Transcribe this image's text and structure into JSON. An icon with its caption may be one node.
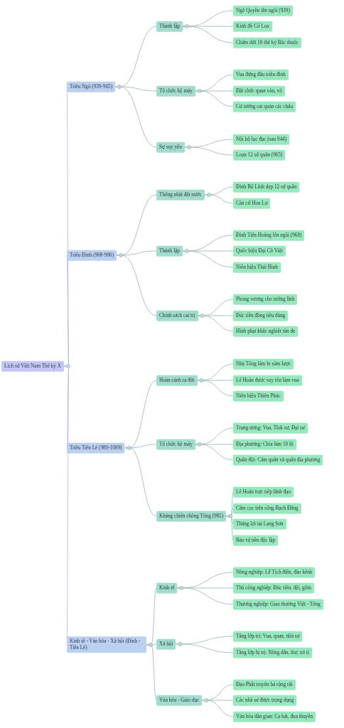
{
  "diagram": {
    "nodes": [
      {
        "text": [
          "Lịch sử Việt Nam Thế kỷ X"
        ]
      },
      {
        "text": [
          "Triều Ngô (939-965)"
        ]
      },
      {
        "text": [
          "Thành lập"
        ]
      },
      {
        "text": [
          "Ngô Quyền lên ngôi (939)"
        ]
      },
      {
        "text": [
          "Kinh đô Cổ Loa"
        ]
      },
      {
        "text": [
          "Chấm dứt 10 thế kỷ Bắc thuộc"
        ]
      },
      {
        "text": [
          "Tổ chức bộ máy"
        ]
      },
      {
        "text": [
          "Vua đứng đầu triều đình"
        ]
      },
      {
        "text": [
          "Đặt chức quan văn, võ"
        ]
      },
      {
        "text": [
          "Cử tướng cai quản các châu"
        ]
      },
      {
        "text": [
          "Sự suy yếu"
        ]
      },
      {
        "text": [
          "Nội bộ lục đục (sau 944)"
        ]
      },
      {
        "text": [
          "Loạn 12 sứ quân (965)"
        ]
      },
      {
        "text": [
          "Triều Đinh (968-980)"
        ]
      },
      {
        "text": [
          "Thống nhất đất nước"
        ]
      },
      {
        "text": [
          "Đinh Bộ Lĩnh dẹp 12 sứ quân"
        ]
      },
      {
        "text": [
          "Căn cứ Hoa Lư"
        ]
      },
      {
        "text": [
          "Thành lập"
        ]
      },
      {
        "text": [
          "Đinh Tiên Hoàng lên ngôi (968)"
        ]
      },
      {
        "text": [
          "Quốc hiệu Đại Cồ Việt"
        ]
      },
      {
        "text": [
          "Niên hiệu Thái Bình"
        ]
      },
      {
        "text": [
          "Chính sách cai trị"
        ]
      },
      {
        "text": [
          "Phong vương cho tướng lĩnh"
        ]
      },
      {
        "text": [
          "Đúc tiền đồng tiêu dùng"
        ]
      },
      {
        "text": [
          "Hình phạt khắc nghiệt răn đe"
        ]
      },
      {
        "text": [
          "Triều Tiền Lê (980-1009)"
        ]
      },
      {
        "text": [
          "Hoàn cảnh ra đời"
        ]
      },
      {
        "text": [
          "Nhà Tống lăm le xâm lược"
        ]
      },
      {
        "text": [
          "Lê Hoàn được suy tôn làm vua"
        ]
      },
      {
        "text": [
          "Niên hiệu Thiên Phúc"
        ]
      },
      {
        "text": [
          "Tổ chức bộ máy"
        ]
      },
      {
        "text": [
          "Trung ương: Vua, Thái sư, Đại sư"
        ]
      },
      {
        "text": [
          "Địa phương: Chia làm 10 lộ"
        ]
      },
      {
        "text": [
          "Quân đội: Cấm quân và quân địa phương"
        ]
      },
      {
        "text": [
          "Kháng chiến chống Tống (981)"
        ]
      },
      {
        "text": [
          "Lê Hoàn trực tiếp lãnh đạo"
        ]
      },
      {
        "text": [
          "Cắm cọc trên sông Bạch Đằng"
        ]
      },
      {
        "text": [
          "Thắng lợi tại Lạng Sơn"
        ]
      },
      {
        "text": [
          "Bảo vệ nền độc lập"
        ]
      },
      {
        "text": [
          "Kinh tế - Văn hóa - Xã hội (Đinh - Tiền Lê)"
        ]
      },
      {
        "text": [
          "Kinh tế"
        ]
      },
      {
        "text": [
          "Nông nghiệp: Lễ Tịch điền, đào kênh"
        ]
      },
      {
        "text": [
          "Thủ công nghiệp: Đúc tiền, dệt, gốm"
        ]
      },
      {
        "text": [
          "Thương nghiệp: Giao thương Việt - Tống"
        ]
      },
      {
        "text": [
          "Xã hội"
        ]
      },
      {
        "text": [
          "Tầng lớp trị: Vua, quan, nhà sư"
        ]
      },
      {
        "text": [
          "Tầng lớp bị trị: Nông dân, thợ, nô tì"
        ]
      },
      {
        "text": [
          "Văn hóa - Giáo dục"
        ]
      },
      {
        "text": [
          "Đạo Phật truyền bá rộng rãi"
        ]
      },
      {
        "text": [
          "Các nhà sư được trọng dụng"
        ]
      },
      {
        "text": [
          "Văn hóa dân gian: Ca hát, đua thuyền"
        ]
      }
    ],
    "edges": [
      {
        "from": 0,
        "to": 1,
        "arrow": "none",
        "color": "#a9b3ee"
      },
      {
        "from": 0,
        "to": 13,
        "arrow": "none",
        "color": "#a9b3ee"
      },
      {
        "from": 0,
        "to": 25,
        "arrow": "none",
        "color": "#a9b3ee"
      },
      {
        "from": 0,
        "to": 39,
        "arrow": "none",
        "color": "#a9b3ee"
      },
      {
        "from": 1,
        "to": 2,
        "arrow": "none"
      },
      {
        "from": 1,
        "to": 6,
        "arrow": "none"
      },
      {
        "from": 1,
        "to": 10,
        "arrow": "none"
      },
      {
        "from": 2,
        "to": 3,
        "arrow": "none"
      },
      {
        "from": 2,
        "to": 4,
        "arrow": "none"
      },
      {
        "from": 2,
        "to": 5,
        "arrow": "none"
      },
      {
        "from": 6,
        "to": 7,
        "arrow": "none"
      },
      {
        "from": 6,
        "to": 8,
        "arrow": "none"
      },
      {
        "from": 6,
        "to": 9,
        "arrow": "none"
      },
      {
        "from": 10,
        "to": 11,
        "arrow": "none"
      },
      {
        "from": 10,
        "to": 12,
        "arrow": "none"
      },
      {
        "from": 13,
        "to": 14,
        "arrow": "none"
      },
      {
        "from": 13,
        "to": 17,
        "arrow": "none"
      },
      {
        "from": 13,
        "to": 21,
        "arrow": "none"
      },
      {
        "from": 14,
        "to": 15,
        "arrow": "none"
      },
      {
        "from": 14,
        "to": 16,
        "arrow": "none"
      },
      {
        "from": 17,
        "to": 18,
        "arrow": "none"
      },
      {
        "from": 17,
        "to": 19,
        "arrow": "none"
      },
      {
        "from": 17,
        "to": 20,
        "arrow": "none"
      },
      {
        "from": 21,
        "to": 22,
        "arrow": "none"
      },
      {
        "from": 21,
        "to": 23,
        "arrow": "none"
      },
      {
        "from": 21,
        "to": 24,
        "arrow": "none"
      },
      {
        "from": 25,
        "to": 26,
        "arrow": "none"
      },
      {
        "from": 25,
        "to": 30,
        "arrow": "none"
      },
      {
        "from": 25,
        "to": 34,
        "arrow": "none"
      },
      {
        "from": 26,
        "to": 27,
        "arrow": "none"
      },
      {
        "from": 26,
        "to": 28,
        "arrow": "none"
      },
      {
        "from": 26,
        "to": 29,
        "arrow": "none"
      },
      {
        "from": 30,
        "to": 31,
        "arrow": "none"
      },
      {
        "from": 30,
        "to": 32,
        "arrow": "none"
      },
      {
        "from": 30,
        "to": 33,
        "arrow": "none"
      },
      {
        "from": 34,
        "to": 35,
        "arrow": "none"
      },
      {
        "from": 34,
        "to": 36,
        "arrow": "none"
      },
      {
        "from": 34,
        "to": 37,
        "arrow": "none"
      },
      {
        "from": 34,
        "to": 38,
        "arrow": "none"
      },
      {
        "from": 39,
        "to": 40,
        "arrow": "none"
      },
      {
        "from": 39,
        "to": 44,
        "arrow": "none"
      },
      {
        "from": 39,
        "to": 47,
        "arrow": "none"
      },
      {
        "from": 40,
        "to": 41,
        "arrow": "none"
      },
      {
        "from": 40,
        "to": 42,
        "arrow": "none"
      },
      {
        "from": 40,
        "to": 43,
        "arrow": "none"
      },
      {
        "from": 44,
        "to": 45,
        "arrow": "none"
      },
      {
        "from": 44,
        "to": 46,
        "arrow": "none"
      },
      {
        "from": 47,
        "to": 48,
        "arrow": "none"
      },
      {
        "from": 47,
        "to": 49,
        "arrow": "none"
      },
      {
        "from": 47,
        "to": 50,
        "arrow": "none"
      }
    ]
  }
}
